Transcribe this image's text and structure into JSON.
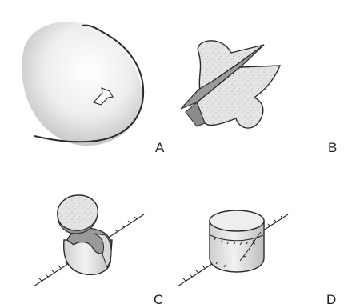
{
  "figure": {
    "panels": [
      {
        "label": "A",
        "depicts": "curved-incision-on-skin"
      },
      {
        "label": "B",
        "depicts": "two-lobed-flaps-raised"
      },
      {
        "label": "C",
        "depicts": "cylinder-being-formed-and-sutured"
      },
      {
        "label": "D",
        "depicts": "completed-sutured-cylinder"
      }
    ]
  },
  "colors": {
    "ink": "#2a2a2a",
    "skin_light": "#f4f4f4",
    "skin_shadow": "#c9c9c9",
    "tissue": "#e6e6e6",
    "flap_dark": "#9a9a9a"
  },
  "icons": {
    "arrow": "curved-arrow-icon",
    "suture": "suture-line-icon"
  }
}
